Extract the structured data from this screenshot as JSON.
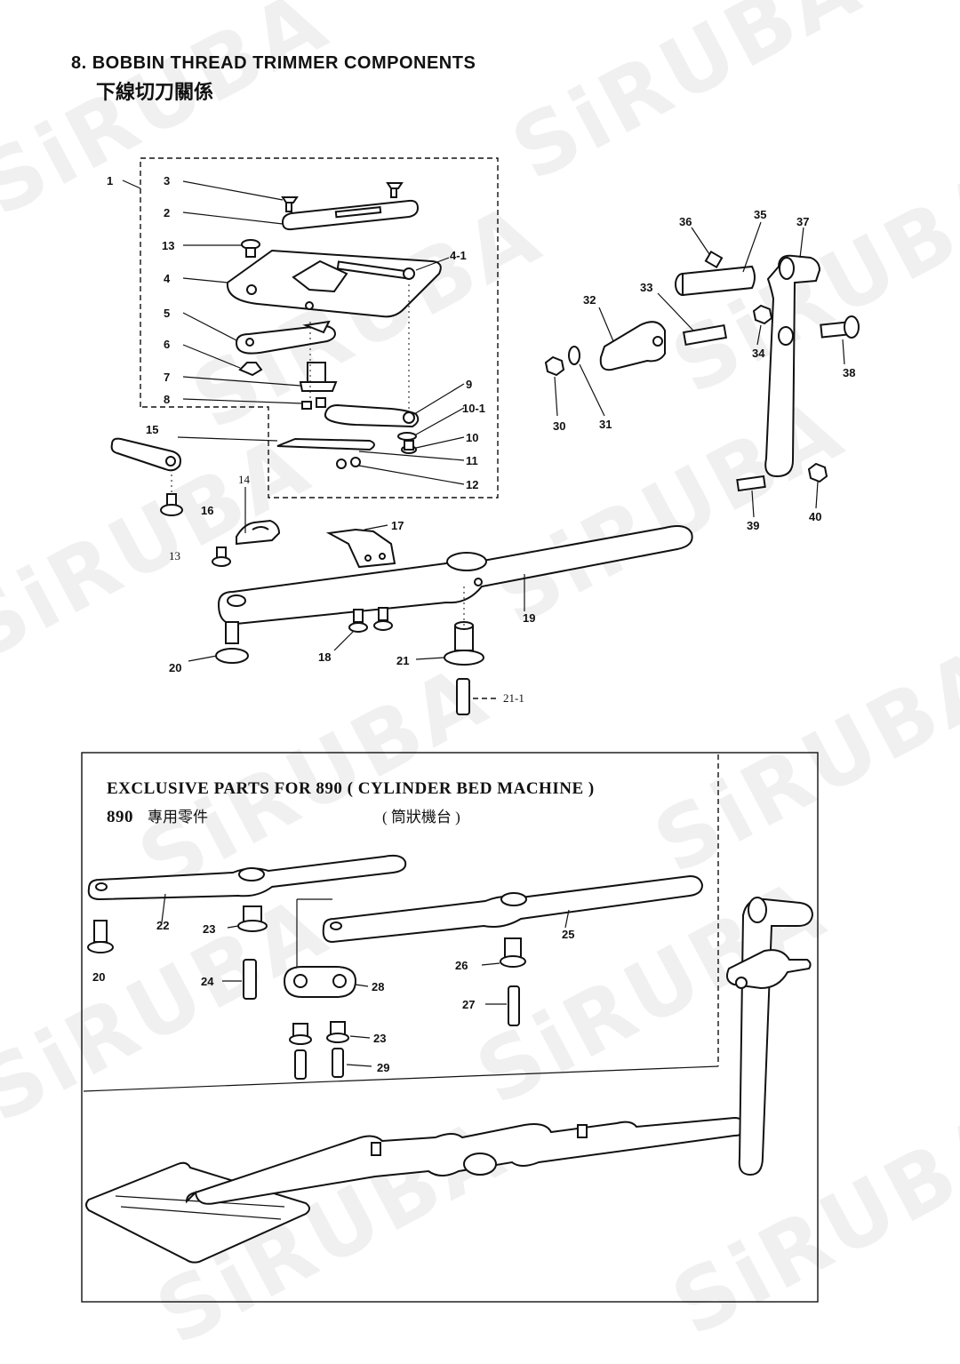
{
  "watermark": "SiRUBA",
  "header": {
    "title_en": "8. BOBBIN THREAD TRIMMER COMPONENTS",
    "title_zh": "下線切刀關係"
  },
  "upper_labels": [
    "1",
    "2",
    "3",
    "4",
    "4-1",
    "5",
    "6",
    "7",
    "8",
    "9",
    "10-1",
    "10",
    "11",
    "12",
    "13",
    "13",
    "14",
    "15",
    "16",
    "17",
    "18",
    "19",
    "20",
    "21",
    "21-1",
    "30",
    "31",
    "32",
    "33",
    "34",
    "35",
    "36",
    "37",
    "38",
    "39",
    "40"
  ],
  "exclusive": {
    "title_en": "EXCLUSIVE PARTS FOR 890 ( CYLINDER BED MACHINE )",
    "title_zh_model": "890",
    "title_zh": "專用零件",
    "title_zh_paren": "( 筒狀機台 )",
    "labels": [
      "20",
      "22",
      "23",
      "23",
      "24",
      "25",
      "26",
      "27",
      "28",
      "29"
    ]
  }
}
